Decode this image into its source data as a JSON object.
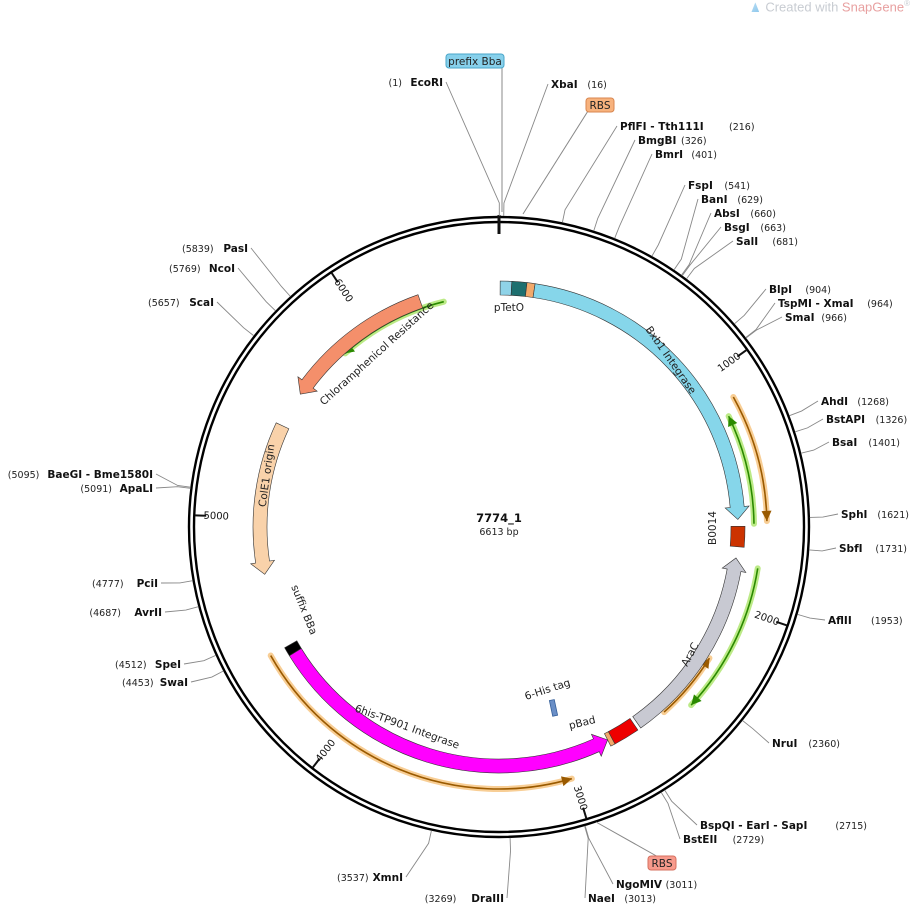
{
  "brand": {
    "prefix": "Created with ",
    "name": "SnapGene",
    "mark": "®"
  },
  "plasmid": {
    "name": "7774_1",
    "length_label": "6613 bp",
    "length": 6613
  },
  "ticks": [
    {
      "pos": 1000,
      "label": "1000"
    },
    {
      "pos": 2000,
      "label": "2000"
    },
    {
      "pos": 3000,
      "label": "3000"
    },
    {
      "pos": 4000,
      "label": "4000"
    },
    {
      "pos": 5000,
      "label": "5000"
    },
    {
      "pos": 6000,
      "label": "6000"
    }
  ],
  "enzymes": [
    {
      "name": "EcoRI",
      "pos_label": "(1)",
      "pos": 1,
      "side": "left"
    },
    {
      "name": "XbaI",
      "pos_label": "(16)",
      "pos": 16,
      "side": "right"
    },
    {
      "name": "PflFI - Tth111I",
      "pos_label": "(216)",
      "pos": 216,
      "side": "right"
    },
    {
      "name": "BmgBI",
      "pos_label": "(326)",
      "pos": 326,
      "side": "right"
    },
    {
      "name": "BmrI",
      "pos_label": "(401)",
      "pos": 401,
      "side": "right"
    },
    {
      "name": "FspI",
      "pos_label": "(541)",
      "pos": 541,
      "side": "right"
    },
    {
      "name": "BanI",
      "pos_label": "(629)",
      "pos": 629,
      "side": "right"
    },
    {
      "name": "AbsI",
      "pos_label": "(660)",
      "pos": 660,
      "side": "right"
    },
    {
      "name": "BsgI",
      "pos_label": "(663)",
      "pos": 663,
      "side": "right"
    },
    {
      "name": "SalI",
      "pos_label": "(681)",
      "pos": 681,
      "side": "right"
    },
    {
      "name": "BlpI",
      "pos_label": "(904)",
      "pos": 904,
      "side": "right"
    },
    {
      "name": "TspMI - XmaI",
      "pos_label": "(964)",
      "pos": 964,
      "side": "right"
    },
    {
      "name": "SmaI",
      "pos_label": "(966)",
      "pos": 966,
      "side": "right"
    },
    {
      "name": "AhdI",
      "pos_label": "(1268)",
      "pos": 1268,
      "side": "right"
    },
    {
      "name": "BstAPI",
      "pos_label": "(1326)",
      "pos": 1326,
      "side": "right"
    },
    {
      "name": "BsaI",
      "pos_label": "(1401)",
      "pos": 1401,
      "side": "right"
    },
    {
      "name": "SphI",
      "pos_label": "(1621)",
      "pos": 1621,
      "side": "right"
    },
    {
      "name": "SbfI",
      "pos_label": "(1731)",
      "pos": 1731,
      "side": "right"
    },
    {
      "name": "AflII",
      "pos_label": "(1953)",
      "pos": 1953,
      "side": "right"
    },
    {
      "name": "NruI",
      "pos_label": "(2360)",
      "pos": 2360,
      "side": "right"
    },
    {
      "name": "BspQI - EarI - SapI",
      "pos_label": "(2715)",
      "pos": 2715,
      "side": "right"
    },
    {
      "name": "BstEII",
      "pos_label": "(2729)",
      "pos": 2729,
      "side": "right"
    },
    {
      "name": "NgoMIV",
      "pos_label": "(3011)",
      "pos": 3011,
      "side": "right"
    },
    {
      "name": "NaeI",
      "pos_label": "(3013)",
      "pos": 3013,
      "side": "right"
    },
    {
      "name": "DraIII",
      "pos_label": "(3269)",
      "pos": 3269,
      "side": "left"
    },
    {
      "name": "XmnI",
      "pos_label": "(3537)",
      "pos": 3537,
      "side": "left"
    },
    {
      "name": "SwaI",
      "pos_label": "(4453)",
      "pos": 4453,
      "side": "left"
    },
    {
      "name": "SpeI",
      "pos_label": "(4512)",
      "pos": 4512,
      "side": "left"
    },
    {
      "name": "AvrII",
      "pos_label": "(4687)",
      "pos": 4687,
      "side": "left"
    },
    {
      "name": "PciI",
      "pos_label": "(4777)",
      "pos": 4777,
      "side": "left"
    },
    {
      "name": "ApaLI",
      "pos_label": "(5091)",
      "pos": 5091,
      "side": "left"
    },
    {
      "name": "BaeGI - Bme1580I",
      "pos_label": "(5095)",
      "pos": 5095,
      "side": "left"
    },
    {
      "name": "ScaI",
      "pos_label": "(5657)",
      "pos": 5657,
      "side": "left"
    },
    {
      "name": "NcoI",
      "pos_label": "(5769)",
      "pos": 5769,
      "side": "left"
    },
    {
      "name": "PasI",
      "pos_label": "(5839)",
      "pos": 5839,
      "side": "left"
    }
  ],
  "features": [
    {
      "name": "pTetO",
      "start": 5,
      "end": 55,
      "color": "#8fd3e8",
      "dir": 0
    },
    {
      "name": "",
      "start": 55,
      "end": 120,
      "color": "#1d6f6f",
      "dir": 0
    },
    {
      "name": "",
      "start": 120,
      "end": 155,
      "color": "#f2a96b",
      "dir": 0
    },
    {
      "name": "Bxb1 Integrase",
      "start": 155,
      "end": 1620,
      "color": "#86d6ea",
      "dir": 1
    },
    {
      "name": "B0014",
      "start": 1650,
      "end": 1740,
      "color": "#cc3300",
      "dir": 0
    },
    {
      "name": "AraC",
      "start": 1790,
      "end": 2660,
      "color": "#c8c9d2",
      "dir": -1
    },
    {
      "name": "pBad",
      "start": 2675,
      "end": 2790,
      "color": "#ee0000",
      "dir": 0
    },
    {
      "name": "",
      "start": 2790,
      "end": 2810,
      "color": "#f2a96b",
      "dir": 0
    },
    {
      "name": "6his-TP901 Integrase",
      "start": 2810,
      "end": 4380,
      "color": "#ff00ff",
      "dir": -1
    },
    {
      "name": "suffix BBa",
      "start": 4380,
      "end": 4420,
      "color": "#000000",
      "dir": 0
    },
    {
      "name": "ColE1 origin",
      "start": 4750,
      "end": 5420,
      "color": "#f9d2aa",
      "dir": -1
    },
    {
      "name": "Chloramphenicol Resistance",
      "start": 5580,
      "end": 6260,
      "color": "#f48f6b",
      "dir": -1
    }
  ],
  "outer_labels": [
    {
      "name": "prefix Bba",
      "color": "#87d0eb",
      "border": "#4aa6c9"
    },
    {
      "name": "RBS",
      "color": "#f7b27d",
      "border": "#d8864f"
    },
    {
      "name": "6-His tag",
      "color": "",
      "border": ""
    },
    {
      "name": "RBS",
      "color": "#f79a8c",
      "border": "#d6705f"
    }
  ],
  "arcs": [
    {
      "start": 1180,
      "end": 1640,
      "r": 255,
      "color": "#2a8a00",
      "glow": "#b5e87a",
      "dir": -1
    },
    {
      "start": 1240,
      "end": 1570,
      "r": 240,
      "color": "#2a8a00",
      "glow": "#b5e87a",
      "dir": -1
    },
    {
      "start": 1120,
      "end": 1630,
      "r": 268,
      "color": "#9a5a00",
      "glow": "#f7c98a",
      "dir": 1
    },
    {
      "start": 1820,
      "end": 2440,
      "r": 262,
      "color": "#2a8a00",
      "glow": "#b5e87a",
      "dir": 1
    },
    {
      "start": 2240,
      "end": 2540,
      "r": 248,
      "color": "#9a5a00",
      "glow": "#f7c98a",
      "dir": -1
    },
    {
      "start": 3010,
      "end": 4420,
      "r": 262,
      "color": "#9a5a00",
      "glow": "#f7c98a",
      "dir": -1
    },
    {
      "start": 5850,
      "end": 6360,
      "r": 232,
      "color": "#2a8a00",
      "glow": "#b5e87a",
      "dir": -1
    }
  ],
  "colors": {
    "ring": "#000000",
    "leader": "#888888"
  }
}
